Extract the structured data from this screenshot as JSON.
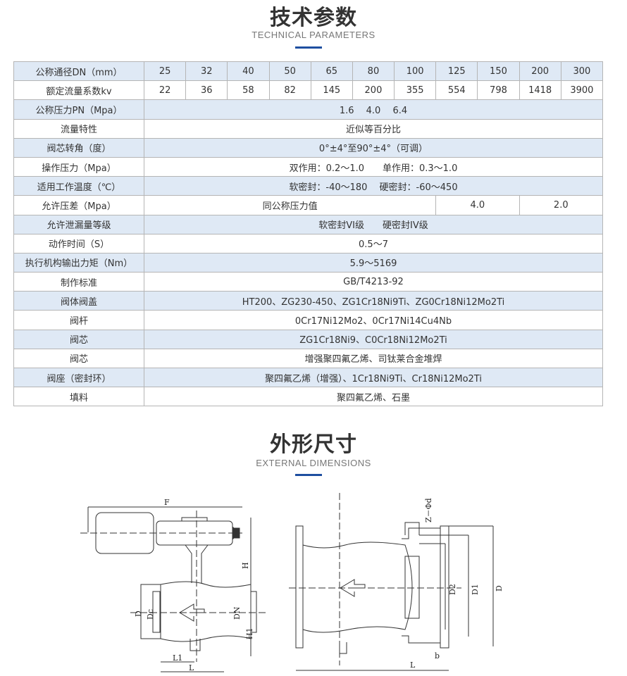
{
  "section1": {
    "title": "技术参数",
    "subtitle": "TECHNICAL PARAMETERS"
  },
  "section2": {
    "title": "外形尺寸",
    "subtitle": "EXTERNAL DIMENSIONS"
  },
  "table": {
    "dn_label": "公称通径DN（mm）",
    "dn": [
      "25",
      "32",
      "40",
      "50",
      "65",
      "80",
      "100",
      "125",
      "150",
      "200",
      "300"
    ],
    "kv_label": "额定流量系数kv",
    "kv": [
      "22",
      "36",
      "58",
      "82",
      "145",
      "200",
      "355",
      "554",
      "798",
      "1418",
      "3900"
    ],
    "rows": [
      {
        "label": "公称压力PN（Mpa）",
        "value": "1.6　 4.0 　6.4"
      },
      {
        "label": "流量特性",
        "value": "近似等百分比"
      },
      {
        "label": "阀芯转角（度）",
        "value": "0°±4°至90°±4°（可调）"
      },
      {
        "label": "操作压力（Mpa）",
        "value": "双作用：0.2～1.0　　单作用：0.3～1.0"
      },
      {
        "label": "适用工作温度（℃）",
        "value": "软密封：-40～180　 硬密封：-60～450"
      }
    ],
    "diff": {
      "label": "允许压差（Mpa）",
      "values": [
        "同公称压力值",
        "4.0",
        "2.0"
      ]
    },
    "rows2": [
      {
        "label": "允许泄漏量等级",
        "value": "软密封VI级　　硬密封IV级"
      },
      {
        "label": "动作时间（S）",
        "value": "0.5～7"
      },
      {
        "label": "执行机构输出力矩（Nm）",
        "value": "5.9～5169"
      },
      {
        "label": "制作标准",
        "value": "GB/T4213-92"
      },
      {
        "label": "阀体阀盖",
        "value": "HT200、ZG230-450、ZG1Cr18Ni9Ti、ZG0Cr18Ni12Mo2Ti"
      },
      {
        "label": "阀杆",
        "value": "0Cr17Ni12Mo2、0Cr17Ni14Cu4Nb"
      },
      {
        "label": "阀芯",
        "value": "ZG1Cr18Ni9、C0Cr18Ni12Mo2Ti"
      },
      {
        "label": "阀芯",
        "value": "增强聚四氟乙烯、司钛莱合金堆焊"
      },
      {
        "label": "阀座（密封环）",
        "value": "聚四氟乙烯（增强）、1Cr18Ni9Ti、Cr18Ni12Mo2Ti"
      },
      {
        "label": "填料",
        "value": "聚四氟乙烯、石墨"
      }
    ]
  },
  "drawing": {
    "left": {
      "F": "F",
      "H": "H",
      "H1": "H1",
      "D": "D",
      "Dc": "Dc",
      "DN": "DN",
      "L1": "L1",
      "L": "L"
    },
    "right": {
      "Zd": "Z－Φd",
      "D2": "D2",
      "D1": "D1",
      "D": "D",
      "b": "b",
      "L": "L"
    }
  }
}
